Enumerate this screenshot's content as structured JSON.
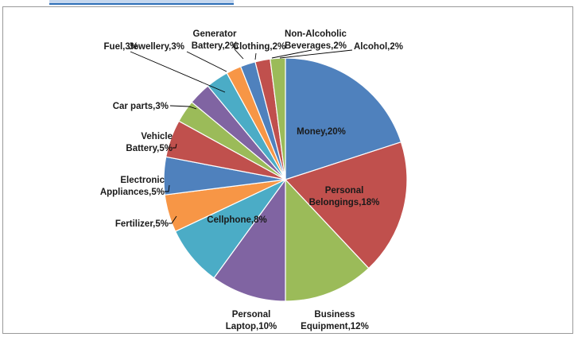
{
  "chart_data": {
    "type": "pie",
    "title": "",
    "start_angle_deg": 0,
    "direction": "clockwise",
    "categories": [
      "Money",
      "Personal Belongings",
      "Business Equipment",
      "Personal Laptop",
      "Cellphone",
      "Fertilizer",
      "Electronic Appliances",
      "Vehicle Battery",
      "Car parts",
      "Fuel",
      "Jewellery",
      "Generator Battery",
      "Clothing",
      "Non-Alcoholic Beverages",
      "Alcohol"
    ],
    "values": [
      20,
      18,
      12,
      10,
      8,
      5,
      5,
      5,
      3,
      3,
      3,
      2,
      2,
      2,
      2
    ],
    "colors": [
      "#4f81bd",
      "#c0504d",
      "#9bbb59",
      "#8064a2",
      "#4bacc6",
      "#f79646",
      "#4f81bd",
      "#c0504d",
      "#9bbb59",
      "#8064a2",
      "#4bacc6",
      "#f79646",
      "#4f81bd",
      "#c0504d",
      "#9bbb59"
    ],
    "labels": [
      [
        "Money,20%"
      ],
      [
        "Personal",
        "Belongings,18%"
      ],
      [
        "Business",
        "Equipment,12%"
      ],
      [
        "Personal",
        "Laptop,10%"
      ],
      [
        "Cellphone,8%"
      ],
      [
        "Fertilizer,5%"
      ],
      [
        "Electronic",
        "Appliances,5%"
      ],
      [
        "Vehicle",
        "Battery,5%"
      ],
      [
        "Car parts,3%"
      ],
      [
        "Fuel,3%"
      ],
      [
        "Jewellery,3%"
      ],
      [
        "Generator",
        "Battery,2%"
      ],
      [
        "Clothing,2%"
      ],
      [
        "Non-Alcoholic",
        "Beverages,2%"
      ],
      [
        "Alcohol,2%"
      ]
    ]
  }
}
